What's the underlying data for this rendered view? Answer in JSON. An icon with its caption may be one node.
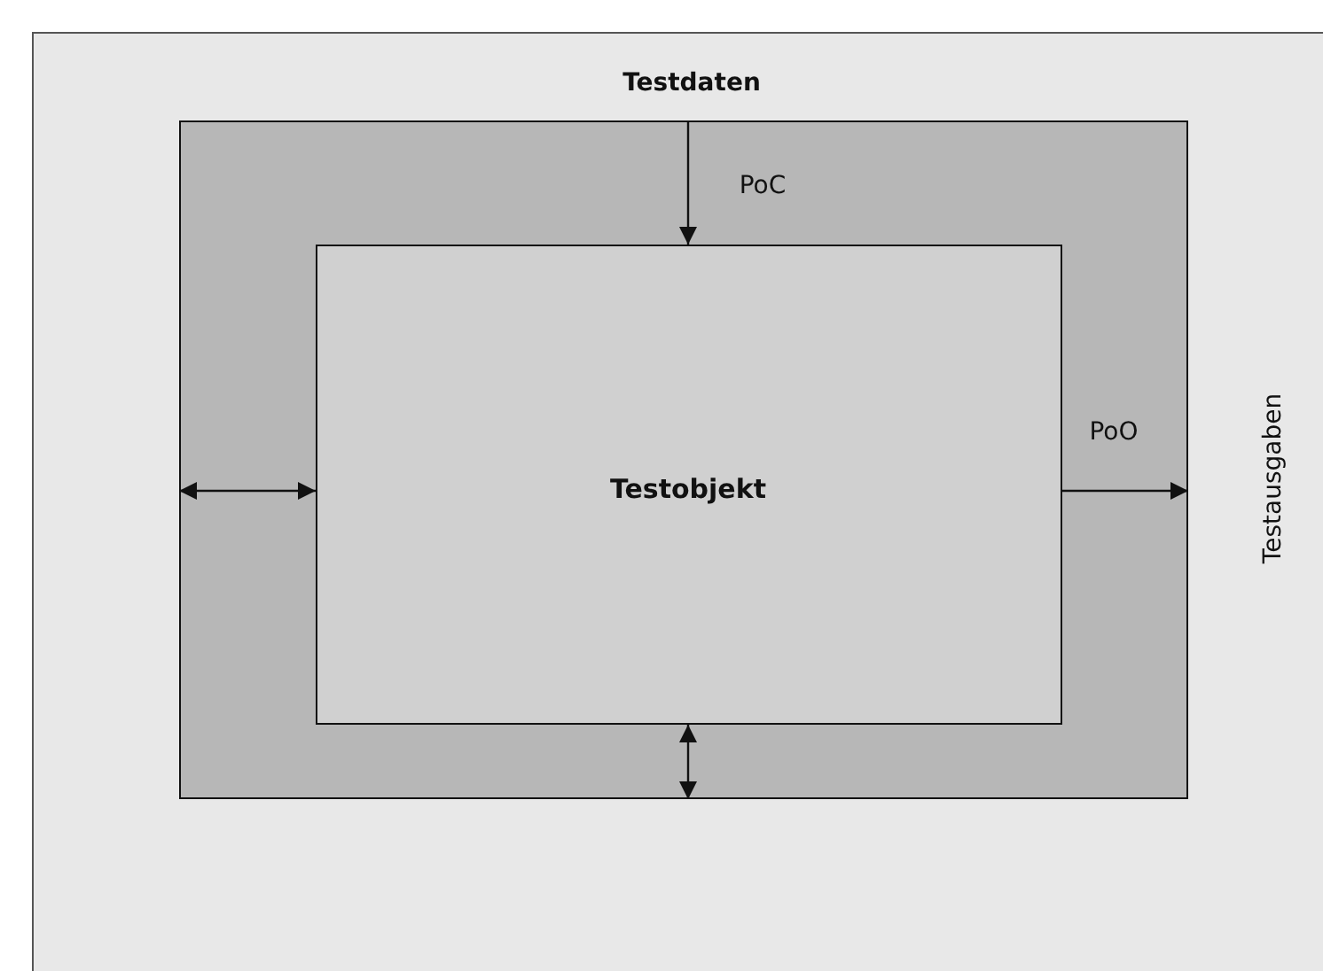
{
  "diagram": {
    "nodes": [
      {
        "text": [],
        "shape": "box"
      },
      {
        "text": [
          "Testobjekt"
        ],
        "in": 0
      }
    ],
    "edges": [
      {
        "from": 0,
        "to": 1,
        "arrow": "to",
        "label": "PoC"
      },
      {
        "from": 1,
        "to": 0,
        "arrow": "to",
        "label": "PoO"
      },
      {
        "from": 0,
        "to": 1,
        "arrow": "both"
      },
      {
        "from": 1,
        "to": 0,
        "arrow": "both"
      }
    ],
    "labels": [
      "Testdaten",
      "Testausgaben"
    ]
  }
}
